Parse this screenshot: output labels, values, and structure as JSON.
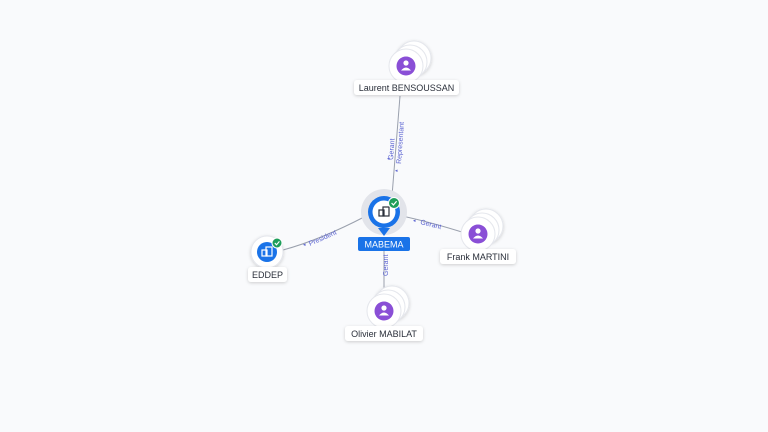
{
  "center": {
    "label": "MABEMA",
    "type": "company",
    "verified": true
  },
  "nodes": [
    {
      "id": "laurent",
      "label": "Laurent BENSOUSSAN",
      "type": "person"
    },
    {
      "id": "frank",
      "label": "Frank MARTINI",
      "type": "person"
    },
    {
      "id": "olivier",
      "label": "Olivier MABILAT",
      "type": "person"
    },
    {
      "id": "eddep",
      "label": "EDDEP",
      "type": "company",
      "verified": true
    }
  ],
  "edges": [
    {
      "from": "laurent",
      "labels": [
        "Gerant",
        "Representant"
      ]
    },
    {
      "from": "frank",
      "labels": [
        "Gerant"
      ]
    },
    {
      "from": "olivier",
      "labels": [
        "Gerant"
      ]
    },
    {
      "from": "eddep",
      "labels": [
        "President"
      ]
    }
  ],
  "colors": {
    "accent": "#1a73e8",
    "person": "#8a4fd6",
    "verified": "#1e9e5a",
    "edge": "#9aa0ad",
    "edge_label": "#5b63d1"
  }
}
